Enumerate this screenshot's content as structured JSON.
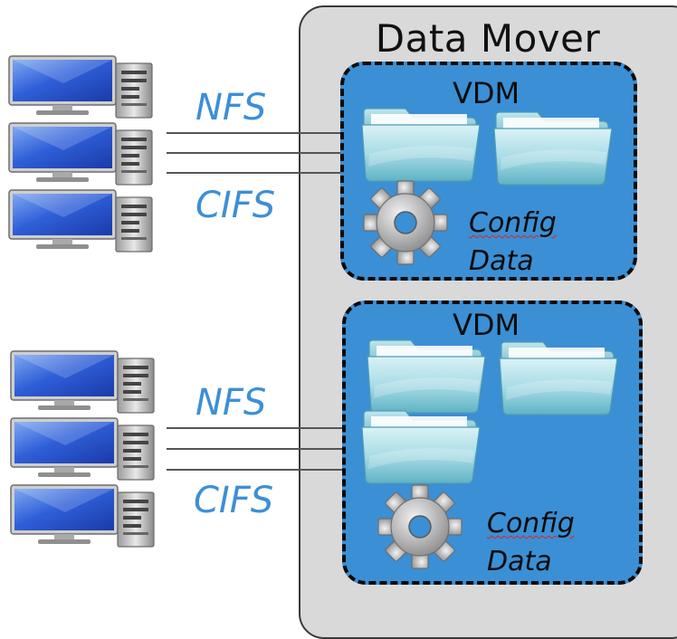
{
  "data_mover": {
    "title": "Data Mover"
  },
  "vdms": [
    {
      "label": "VDM",
      "config_line1": "Config",
      "config_line2": "Data"
    },
    {
      "label": "VDM",
      "config_line1": "Config",
      "config_line2": "Data"
    }
  ],
  "client_groups": [
    {
      "protocol_top": "NFS",
      "protocol_bottom": "CIFS"
    },
    {
      "protocol_top": "NFS",
      "protocol_bottom": "CIFS"
    }
  ],
  "colors": {
    "vdm_fill": "#3b8fd4",
    "data_mover_fill": "#d9d9d9",
    "protocol_text": "#3d8fd6"
  },
  "icons": [
    "computer-icon",
    "folder-icon",
    "gear-icon"
  ]
}
